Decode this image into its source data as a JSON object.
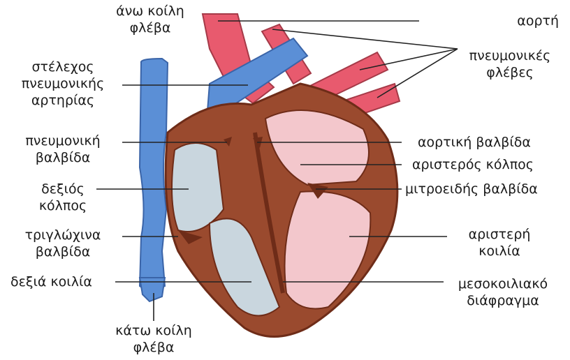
{
  "diagram": {
    "left_labels": {
      "upper_vena_cava": [
        "άνω κοίλη",
        "φλέβα"
      ],
      "pulmonary_trunk": [
        "στέλεχος",
        "πνευμονικής",
        "αρτηρίας"
      ],
      "pulmonary_valve": [
        "πνευμονική",
        "βαλβίδα"
      ],
      "right_atrium": [
        "δεξιός",
        "κόλπος"
      ],
      "tricuspid_valve": [
        "τριγλώχινα",
        "βαλβίδα"
      ],
      "right_ventricle": [
        "δεξιά κοιλία"
      ],
      "lower_vena_cava": [
        "κάτω κοίλη",
        "φλέβα"
      ]
    },
    "right_labels": {
      "aorta": [
        "αορτή"
      ],
      "pulmonary_veins": [
        "πνευμονικές",
        "φλέβες"
      ],
      "aortic_valve": [
        "αορτική βαλβίδα"
      ],
      "left_atrium": [
        "αριστερός κόλπος"
      ],
      "mitral_valve": [
        "μιτροειδής βαλβίδα"
      ],
      "left_ventricle": [
        "αριστερή",
        "κοιλία"
      ],
      "septum": [
        "μεσοκοιλιακό",
        "διάφραγμα"
      ]
    },
    "colors": {
      "vein_blue": "#5b8fd6",
      "vein_blue_light": "#8fb6ea",
      "artery_red": "#e85a6e",
      "artery_pink": "#f2a9b3",
      "muscle": "#9a4a2e",
      "muscle_dark": "#6e2c18",
      "right_chamber": "#c9d6de",
      "left_chamber": "#f3c7cc",
      "line": "#222222"
    }
  }
}
